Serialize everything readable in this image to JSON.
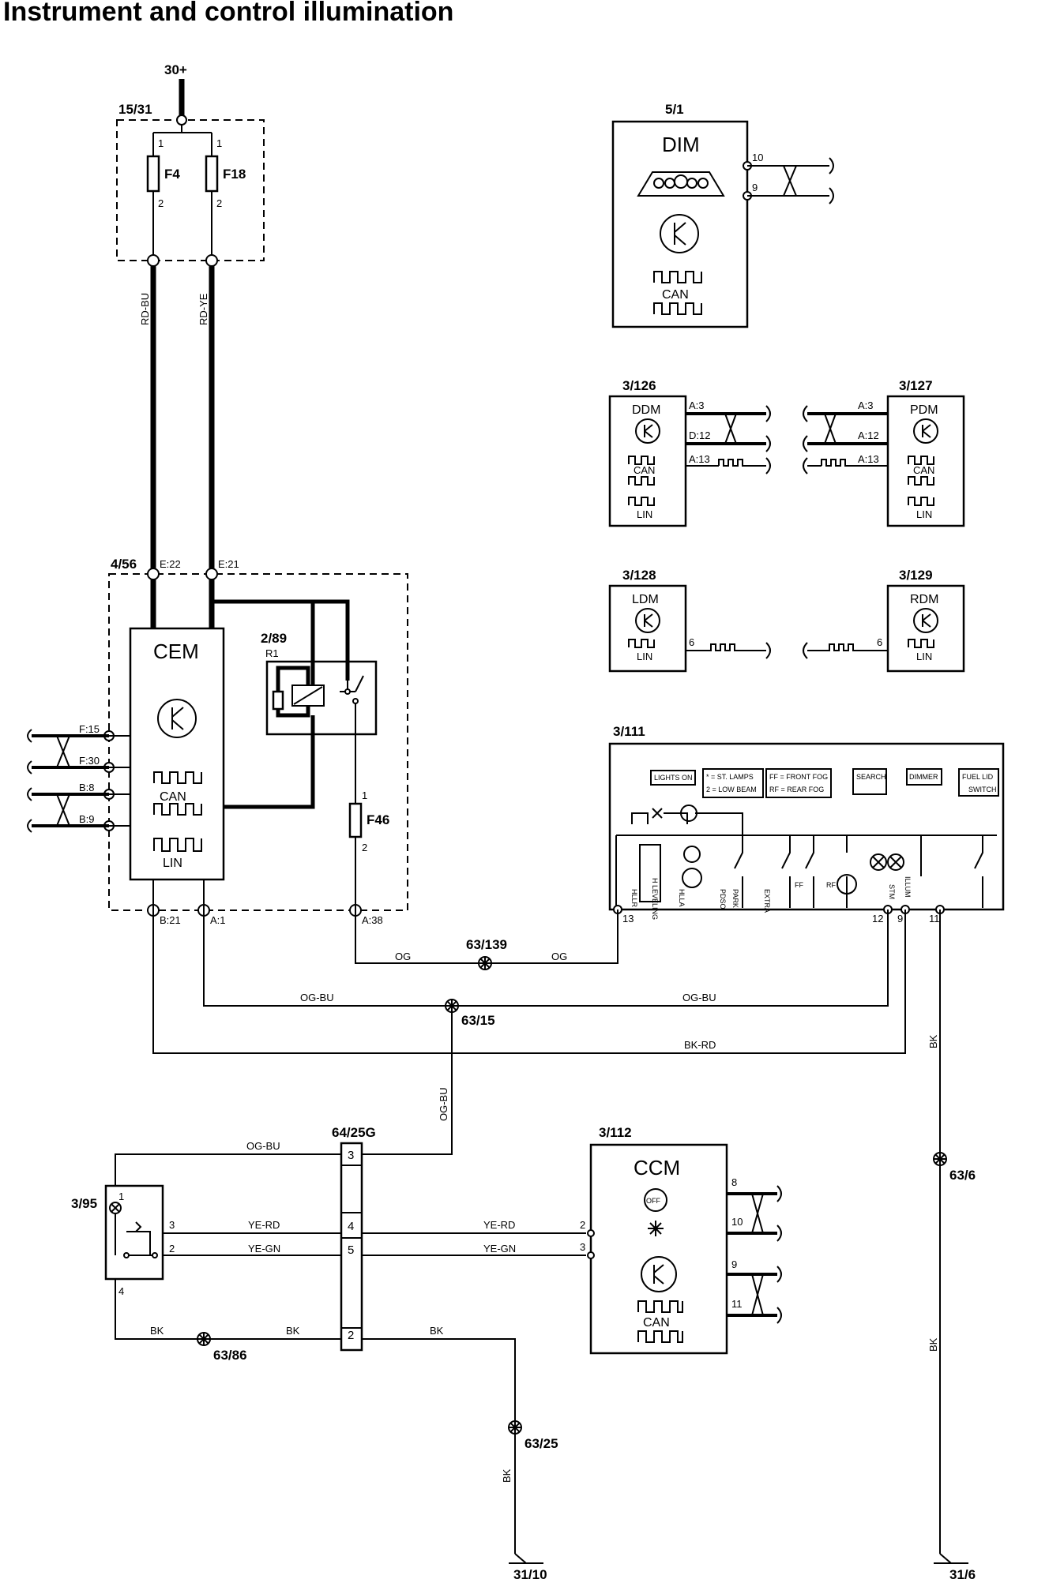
{
  "title": "Instrument and control illumination",
  "supply": "30+",
  "fusebox": {
    "ref": "15/31",
    "fuses": [
      "F4",
      "F18"
    ],
    "pin_in": "1",
    "pin_out": "2"
  },
  "wires_top": {
    "left": "RD-BU",
    "right": "RD-YE"
  },
  "cem": {
    "ref": "4/56",
    "name": "CEM",
    "pins_top": [
      "E:22",
      "E:21"
    ],
    "pins_left": [
      "F:15",
      "F:30",
      "B:8",
      "B:9"
    ],
    "pins_bottom": [
      "B:21",
      "A:1",
      "A:38"
    ],
    "can": "CAN",
    "lin": "LIN"
  },
  "relay": {
    "ref": "2/89",
    "name": "R1"
  },
  "fuse_f46": {
    "name": "F46",
    "pin_in": "1",
    "pin_out": "2"
  },
  "dim": {
    "ref": "5/1",
    "name": "DIM",
    "can": "CAN",
    "pins": [
      "10",
      "9"
    ]
  },
  "ddm": {
    "ref": "3/126",
    "name": "DDM",
    "can": "CAN",
    "lin": "LIN",
    "pins": [
      "A:3",
      "D:12",
      "A:13"
    ]
  },
  "pdm": {
    "ref": "3/127",
    "name": "PDM",
    "can": "CAN",
    "lin": "LIN",
    "pins": [
      "A:3",
      "A:12",
      "A:13"
    ]
  },
  "ldm": {
    "ref": "3/128",
    "name": "LDM",
    "lin": "LIN",
    "pin": "6"
  },
  "rdm": {
    "ref": "3/129",
    "name": "RDM",
    "lin": "LIN",
    "pin": "6"
  },
  "switch_panel": {
    "ref": "3/111",
    "buttons": [
      "LIGHTS ON",
      "* = ST. LAMPS",
      "2 = LOW BEAM",
      "FF = FRONT FOG",
      "RF = REAR FOG",
      "SEARCH",
      "DIMMER",
      "FUEL LID",
      "SWITCH"
    ],
    "labels": [
      "H LEVELING",
      "HLLR",
      "HLLA",
      "PDSO",
      "PARK",
      "EXTRA",
      "FF",
      "RF",
      "STM",
      "ILLUM"
    ],
    "pins": [
      "13",
      "12",
      "9",
      "11"
    ]
  },
  "splices": {
    "s1": "63/139",
    "s2": "63/15",
    "s3": "63/6",
    "s4": "63/86",
    "s5": "63/25"
  },
  "wires": {
    "og": "OG",
    "og_bu": "OG-BU",
    "bk_rd": "BK-RD",
    "bk": "BK",
    "ye_rd": "YE-RD",
    "ye_gn": "YE-GN"
  },
  "connector": {
    "ref": "64/25G",
    "pins": [
      "3",
      "4",
      "5",
      "2"
    ]
  },
  "rheostat": {
    "ref": "3/95",
    "pins": [
      "1",
      "3",
      "2",
      "4"
    ]
  },
  "ccm": {
    "ref": "3/112",
    "name": "CCM",
    "can": "CAN",
    "off": "OFF",
    "pins_left": [
      "2",
      "3"
    ],
    "pins_right": [
      "8",
      "10",
      "9",
      "11"
    ]
  },
  "grounds": [
    "31/10",
    "31/6"
  ]
}
